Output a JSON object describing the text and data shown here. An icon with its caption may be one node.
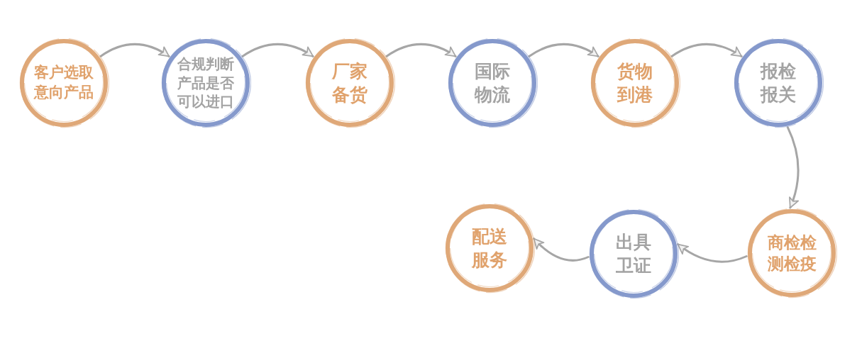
{
  "diagram": {
    "nodes": [
      {
        "text": [
          "客户选取意向产品"
        ]
      },
      {
        "text": [
          "合规判断产品是否可以进口"
        ]
      },
      {
        "text": [
          "厂家备货"
        ]
      },
      {
        "text": [
          "国际物流"
        ]
      },
      {
        "text": [
          "货物到港"
        ]
      },
      {
        "text": [
          "报检报关"
        ]
      },
      {
        "text": [
          "商检检测检疫"
        ]
      },
      {
        "text": [
          "出具卫证"
        ]
      },
      {
        "text": [
          "配送服务"
        ]
      }
    ],
    "edges": [
      {
        "from": 0,
        "to": 1,
        "arrow": "to"
      },
      {
        "from": 1,
        "to": 2,
        "arrow": "to"
      },
      {
        "from": 2,
        "to": 3,
        "arrow": "to"
      },
      {
        "from": 3,
        "to": 4,
        "arrow": "to"
      },
      {
        "from": 4,
        "to": 5,
        "arrow": "to"
      },
      {
        "from": 5,
        "to": 6,
        "arrow": "to"
      },
      {
        "from": 6,
        "to": 7,
        "arrow": "to"
      },
      {
        "from": 7,
        "to": 8,
        "arrow": "to"
      }
    ]
  }
}
